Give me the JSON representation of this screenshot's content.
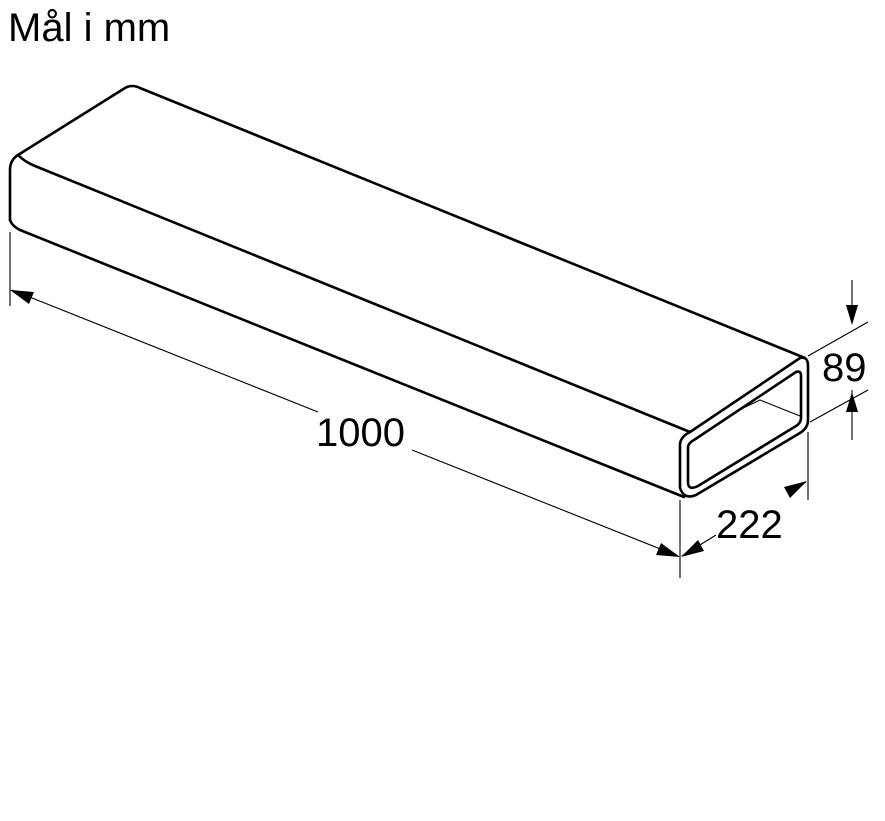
{
  "title": "Mål i mm",
  "dimensions": {
    "length": "1000",
    "width": "222",
    "height": "89"
  },
  "colors": {
    "line": "#000000",
    "background": "#ffffff"
  }
}
